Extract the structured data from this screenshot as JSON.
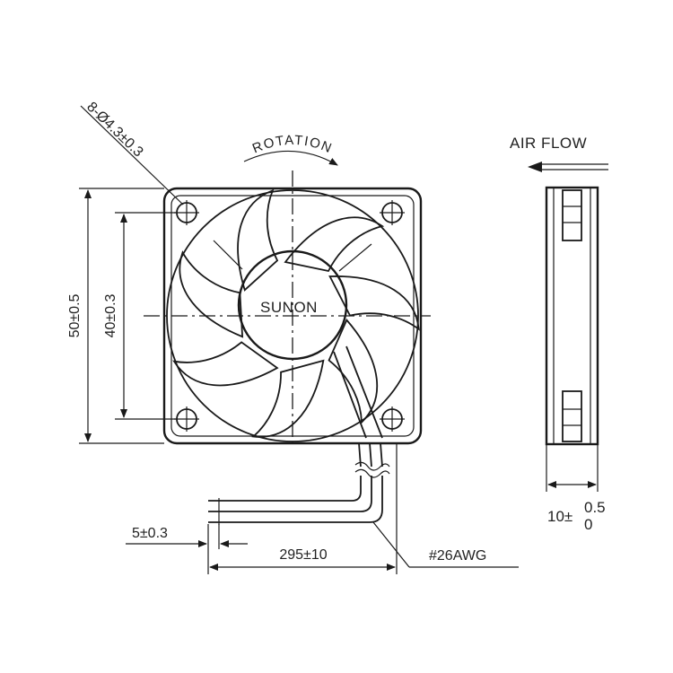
{
  "labels": {
    "hole_spec": "8-Ø4.3±0.3",
    "rotation": "ROTATION",
    "airflow": "AIR FLOW",
    "brand": "SUNON",
    "outer_size": "50±0.5",
    "hole_pitch": "40±0.3",
    "depth_main": "10±",
    "depth_upper": "0.5",
    "depth_lower": "0",
    "strip_length": "5±0.3",
    "lead_length": "295±10",
    "wire_gauge": "#26AWG"
  },
  "colors": {
    "line": "#1a1a1a",
    "background": "#ffffff"
  }
}
